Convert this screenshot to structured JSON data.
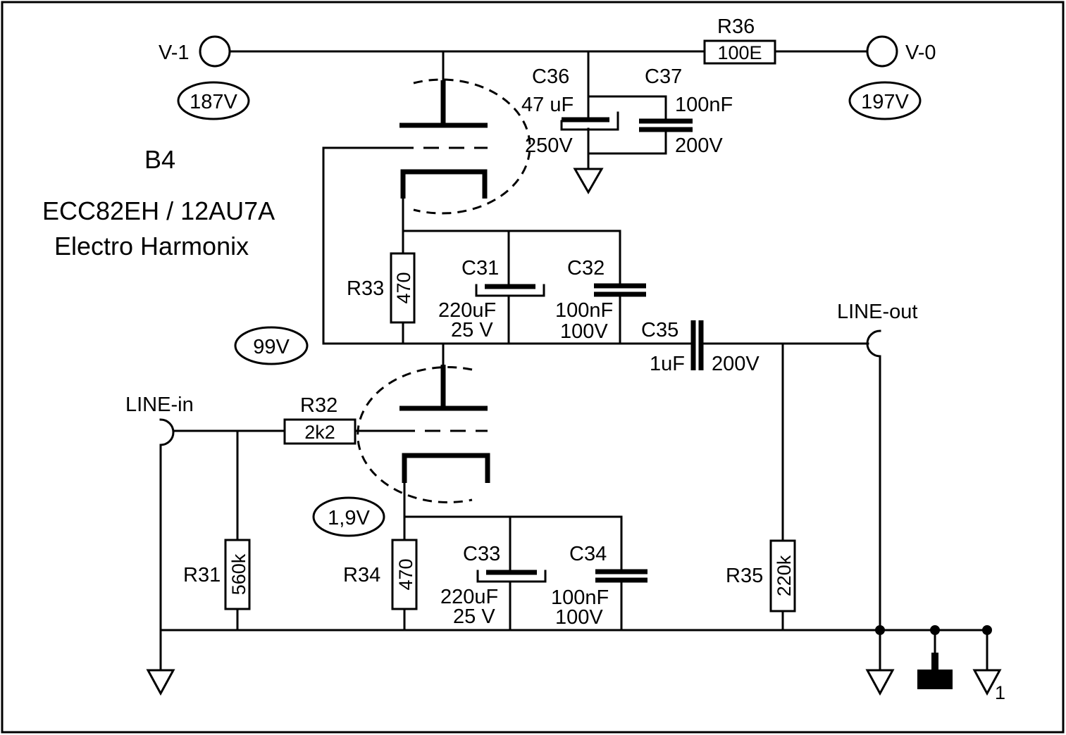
{
  "title": {
    "tube_id": "B4",
    "tube_type": "ECC82EH / 12AU7A",
    "manufacturer": "Electro Harmonix"
  },
  "nodes": {
    "v1": "V-1",
    "v0": "V-0",
    "line_in": "LINE-in",
    "line_out": "LINE-out",
    "ground_sub": "1"
  },
  "voltages": {
    "v1": "187V",
    "v0": "197V",
    "mid": "99V",
    "cathode": "1,9V"
  },
  "components": {
    "r31": {
      "ref": "R31",
      "value": "560k"
    },
    "r32": {
      "ref": "R32",
      "value": "2k2"
    },
    "r33": {
      "ref": "R33",
      "value": "470"
    },
    "r34": {
      "ref": "R34",
      "value": "470"
    },
    "r35": {
      "ref": "R35",
      "value": "220k"
    },
    "r36": {
      "ref": "R36",
      "value": "100E"
    },
    "c31": {
      "ref": "C31",
      "value": "220uF",
      "voltage": "25 V"
    },
    "c32": {
      "ref": "C32",
      "value": "100nF",
      "voltage": "100V"
    },
    "c33": {
      "ref": "C33",
      "value": "220uF",
      "voltage": "25 V"
    },
    "c34": {
      "ref": "C34",
      "value": "100nF",
      "voltage": "100V"
    },
    "c35": {
      "ref": "C35",
      "value": "1uF",
      "voltage": "200V"
    },
    "c36": {
      "ref": "C36",
      "value": "47 uF",
      "voltage": "250V"
    },
    "c37": {
      "ref": "C37",
      "value": "100nF",
      "voltage": "200V"
    }
  }
}
